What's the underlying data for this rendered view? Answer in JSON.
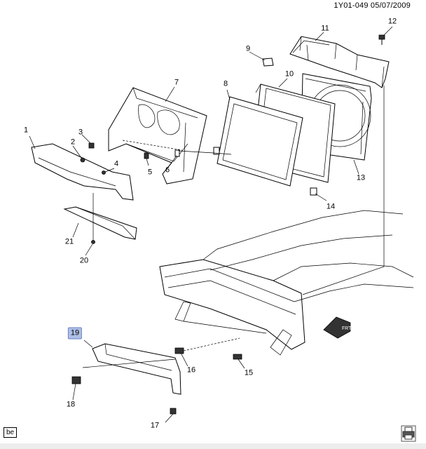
{
  "header": {
    "reference": "1Y01-049  05/07/2009"
  },
  "callouts": [
    {
      "id": "1",
      "label": "1"
    },
    {
      "id": "2",
      "label": "2"
    },
    {
      "id": "3",
      "label": "3"
    },
    {
      "id": "4",
      "label": "4"
    },
    {
      "id": "5",
      "label": "5"
    },
    {
      "id": "6",
      "label": "6"
    },
    {
      "id": "7",
      "label": "7"
    },
    {
      "id": "8",
      "label": "8"
    },
    {
      "id": "9",
      "label": "9"
    },
    {
      "id": "10",
      "label": "10"
    },
    {
      "id": "11",
      "label": "11"
    },
    {
      "id": "12",
      "label": "12"
    },
    {
      "id": "13",
      "label": "13"
    },
    {
      "id": "14",
      "label": "14"
    },
    {
      "id": "15",
      "label": "15"
    },
    {
      "id": "16",
      "label": "16"
    },
    {
      "id": "17",
      "label": "17"
    },
    {
      "id": "18",
      "label": "18"
    },
    {
      "id": "19",
      "label": "19",
      "highlighted": true
    },
    {
      "id": "20",
      "label": "20"
    },
    {
      "id": "21",
      "label": "21"
    }
  ],
  "footer": {
    "code": "be"
  },
  "frt_badge": "FRT",
  "icons": {
    "print": "printer-icon"
  },
  "colors": {
    "highlight": "#aebfe6"
  }
}
